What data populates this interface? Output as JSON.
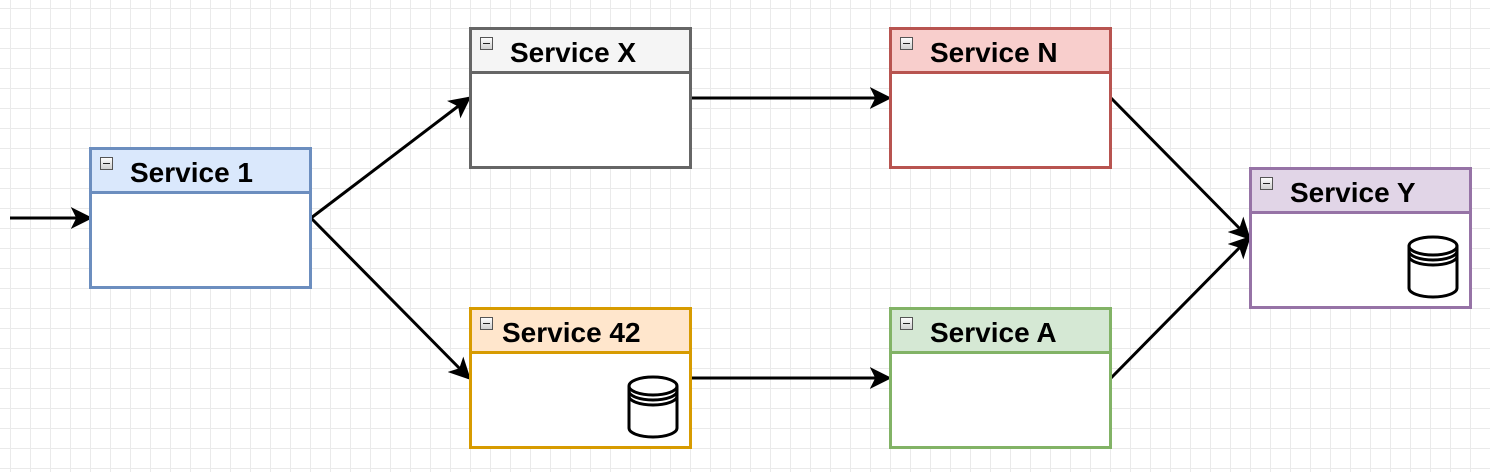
{
  "services": [
    {
      "id": "s1",
      "label": "Service 1",
      "border": "#6c8ebf",
      "fill": "#dae8fc",
      "db": false
    },
    {
      "id": "sx",
      "label": "Service X",
      "border": "#666666",
      "fill": "#f5f5f5",
      "db": false
    },
    {
      "id": "s42",
      "label": "Service 42",
      "border": "#d79b00",
      "fill": "#ffe6cc",
      "db": true
    },
    {
      "id": "sn",
      "label": "Service N",
      "border": "#b85450",
      "fill": "#f8cecc",
      "db": false
    },
    {
      "id": "sa",
      "label": "Service A",
      "border": "#82b366",
      "fill": "#d5e8d4",
      "db": false
    },
    {
      "id": "sy",
      "label": "Service Y",
      "border": "#9673a6",
      "fill": "#e1d5e7",
      "db": true
    }
  ],
  "icons": {
    "collapse": "collapse-icon",
    "database": "database-icon"
  },
  "edges": [
    {
      "from": "entry",
      "to": "s1"
    },
    {
      "from": "s1",
      "to": "sx"
    },
    {
      "from": "s1",
      "to": "s42"
    },
    {
      "from": "sx",
      "to": "sn"
    },
    {
      "from": "s42",
      "to": "sa"
    },
    {
      "from": "sn",
      "to": "sy"
    },
    {
      "from": "sa",
      "to": "sy"
    }
  ],
  "edge_color": "#000000"
}
